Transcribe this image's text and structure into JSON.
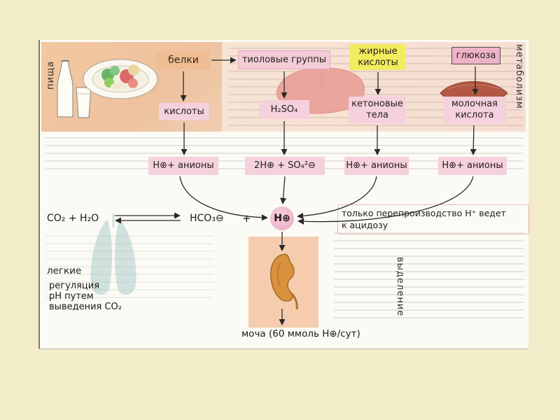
{
  "sides": {
    "food": "пища",
    "metabolism": "метаболизм",
    "excretion": "выделение"
  },
  "boxes": {
    "proteins": "белки",
    "thiol": "тиоловые группы",
    "fatty": "жирные\nкислоты",
    "glucose": "глюкоза",
    "acids": "кислоты",
    "h2so4": "H₂SO₄",
    "ketone": "кетоновые\nтела",
    "lactic": "молочная\nкислота",
    "anions1": "H⊕+ анионы",
    "anions2": "2H⊕ + SO₄²⊖",
    "anions3": "H⊕+ анионы",
    "anions4": "H⊕+ анионы"
  },
  "equation": {
    "left": "CO₂  +  H₂O",
    "bicarb": "HCO₃⊖",
    "plus": "+",
    "proton": "H⊕",
    "note": "только перепроизводство H⁺ ведет\nк ацидозу"
  },
  "bottom": {
    "lungs": "легкие",
    "regulation": "регуляция\npH путем\nвыведения CO₂",
    "urine": "моча (60 ммоль H⊕/сут)"
  },
  "colors": {
    "pink_box": "#f5d0dd",
    "peach_box": "#eebd92",
    "yellow_box": "#f2ec5f",
    "glucose_box": "#edb3c8",
    "proton_circle": "#efb6ca",
    "food_band": "#f0c5a0",
    "kidney_band": "#f5cdae",
    "slide_bg": "#f2ecc9"
  }
}
